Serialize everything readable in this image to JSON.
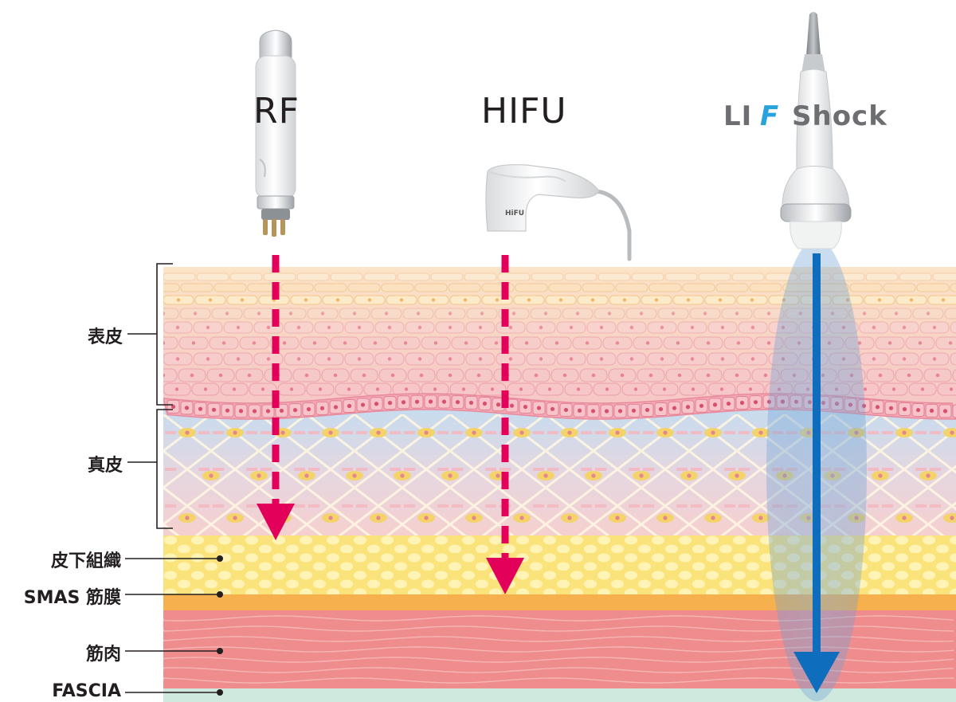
{
  "devices": [
    {
      "id": "rf",
      "label": "RF",
      "arrow_color": "#e2005b",
      "reaches_layer": "真皮"
    },
    {
      "id": "hifu",
      "label": "HIFU",
      "arrow_color": "#e2005b",
      "reaches_layer": "SMAS 筋膜"
    },
    {
      "id": "lifshock",
      "label": "LIF Shock",
      "arrow_color": "#0f6dbd",
      "reaches_layer": "FASCIA"
    }
  ],
  "logo": {
    "part1": "LI",
    "mark": "F",
    "part2": "Shock",
    "text_color": "#6d6e71",
    "mark_color": "#29a3dd"
  },
  "hifu_handpiece_text": "HiFU",
  "layers": [
    {
      "key": "epidermis",
      "label": "表皮"
    },
    {
      "key": "dermis",
      "label": "真皮"
    },
    {
      "key": "subcutaneous",
      "label": "皮下組織"
    },
    {
      "key": "smas",
      "label": "SMAS 筋膜"
    },
    {
      "key": "muscle",
      "label": "筋肉"
    },
    {
      "key": "fascia",
      "label": "FASCIA"
    }
  ],
  "colors": {
    "epidermis_top": "#f9ddbe",
    "epidermis_pink": "#f7cdca",
    "basal": "#f1a9b6",
    "dermis": "#c9dcef",
    "subcutaneous": "#fbe57f",
    "smas": "#f6b04d",
    "muscle": "#ef8c8e",
    "fascia": "#cfe9df",
    "rf_arrow": "#e2005b",
    "lif_arrow": "#0f6dbd"
  }
}
